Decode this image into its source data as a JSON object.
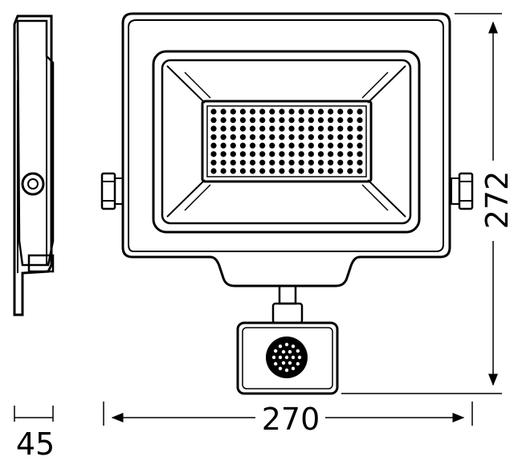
{
  "dimensions": {
    "depth": "45",
    "width": "270",
    "height": "272"
  },
  "led_grid": {
    "rows": 8,
    "cols": 16
  },
  "colors": {
    "stroke": "#000000",
    "background": "#ffffff",
    "led": "#000000"
  }
}
